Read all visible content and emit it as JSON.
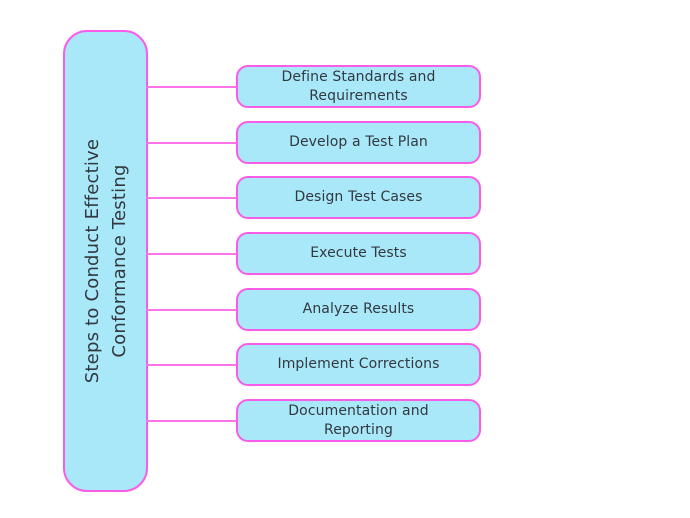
{
  "diagram": {
    "title": "Steps to Conduct Effective\nConformance Testing",
    "steps": [
      {
        "label": "Define Standards and\nRequirements"
      },
      {
        "label": "Develop a Test Plan"
      },
      {
        "label": "Design Test Cases"
      },
      {
        "label": "Execute Tests"
      },
      {
        "label": "Analyze Results"
      },
      {
        "label": "Implement Corrections"
      },
      {
        "label": "Documentation and\nReporting"
      }
    ],
    "colors": {
      "background": "#ffffff",
      "box_fill": "#a8e8f8",
      "box_border": "#f95ce8",
      "connector": "#fa73e9",
      "text": "#33383f"
    }
  }
}
